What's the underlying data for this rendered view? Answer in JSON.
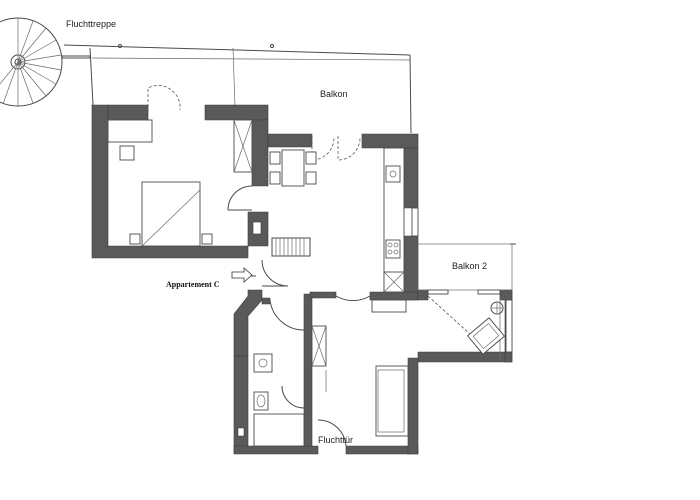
{
  "labels": {
    "fluchttreppe": "Fluchttreppe",
    "balkon": "Balkon",
    "balkon2": "Balkon 2",
    "appartement": "Appartement  C",
    "fluchttuer": "Fluchttür"
  }
}
